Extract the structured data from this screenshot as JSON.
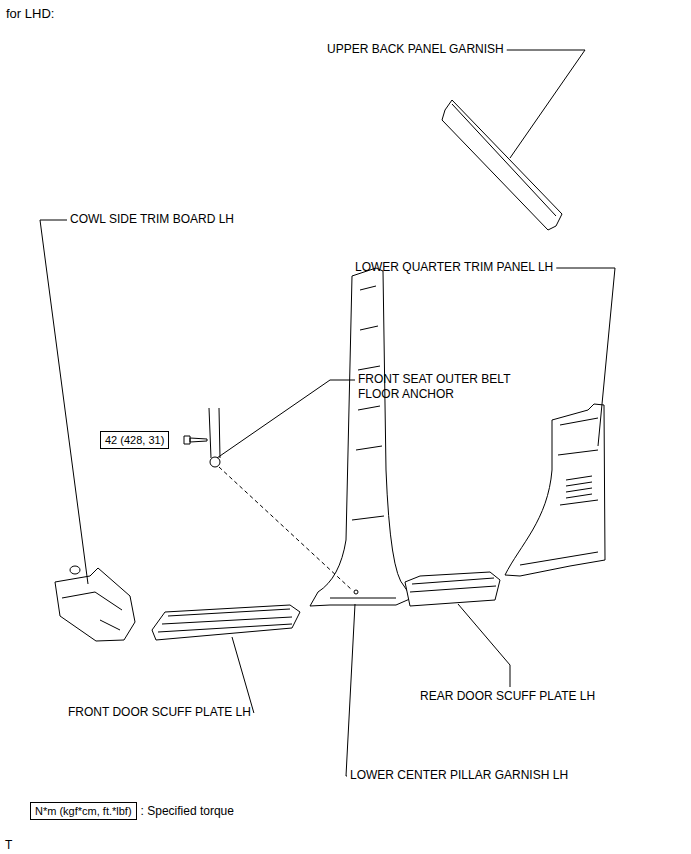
{
  "diagram": {
    "title": "for LHD:",
    "nodes": [
      {
        "text": [
          "42 (428, 31)"
        ]
      },
      {
        "text": [
          "N*m (kgf*cm, ft.*lbf)"
        ]
      }
    ],
    "labels": [
      "UPPER BACK PANEL GARNISH",
      "COWL SIDE TRIM BOARD LH",
      "LOWER QUARTER TRIM PANEL LH",
      "FRONT SEAT OUTER BELT FLOOR ANCHOR",
      "FRONT DOOR SCUFF PLATE LH",
      "REAR DOOR SCUFF PLATE LH",
      "LOWER CENTER PILLAR GARNISH LH",
      ": Specified torque",
      "T"
    ]
  }
}
